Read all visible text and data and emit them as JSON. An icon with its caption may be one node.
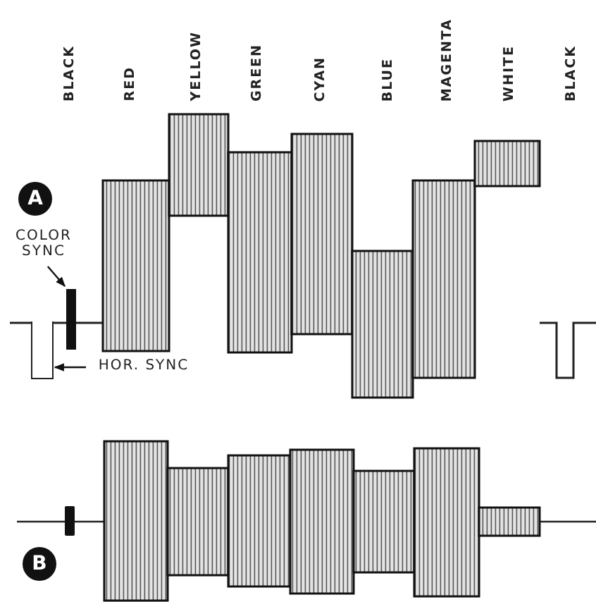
{
  "diagram": {
    "nodes": [
      {
        "text": [
          "A"
        ]
      },
      {
        "text": [
          "B"
        ]
      },
      {
        "text": [
          "COLOR SYNC"
        ]
      },
      {
        "text": [],
        "shape": "bar"
      },
      {
        "text": [
          "HOR. SYNC"
        ]
      },
      {
        "text": [],
        "shape": "pulse"
      }
    ],
    "edges": [
      {
        "from": 2,
        "to": 3,
        "arrow": "to"
      },
      {
        "from": 4,
        "to": 5,
        "arrow": "to"
      }
    ],
    "labels": [
      "BLACK",
      "RED",
      "YELLOW",
      "GREEN",
      "CYAN",
      "BLUE",
      "MAGENTA",
      "WHITE",
      "BLACK"
    ]
  }
}
